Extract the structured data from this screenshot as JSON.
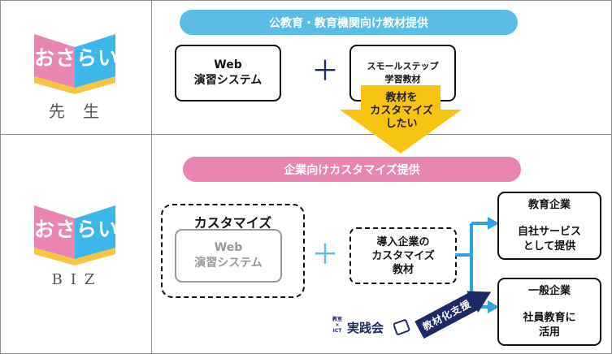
{
  "top": {
    "brand_label": "先 生",
    "logo_text": "おさらい",
    "banner": "公教育・教育機関向け教材提供",
    "box_web_line1": "Web",
    "box_web_line2": "演習システム",
    "plus": "＋",
    "box_step_line1": "スモールステップ",
    "box_step_line2": "学習教材",
    "arrow_line1": "教材を",
    "arrow_line2": "カスタマイズ",
    "arrow_line3": "したい"
  },
  "bottom": {
    "brand_label": "BIZ",
    "logo_text": "おさらい",
    "banner": "企業向けカスタマイズ提供",
    "customize_title": "カスタマイズ",
    "web_line1": "Web",
    "web_line2": "演習システム",
    "plus": "＋",
    "intro_line1": "導入企業の",
    "intro_line2": "カスタマイズ",
    "intro_line3": "教材",
    "support_label": "教材化支援",
    "ict_small1": "教室",
    "ict_small2": "×",
    "ict_small3": "ICT",
    "ict_label": "実践会",
    "edu_title": "教育企業",
    "edu_line1": "自社サービス",
    "edu_line2": "として提供",
    "gen_title": "一般企業",
    "gen_line1": "社員教育に",
    "gen_line2": "活用"
  },
  "colors": {
    "banner_blue": "#5bbde7",
    "banner_pink": "#e985b3",
    "arrow_yellow": "#f7c412",
    "support_navy": "#1d2a66",
    "connector_blue": "#2ea3df",
    "logo_pink": "#e985b3",
    "logo_blue": "#3db6ea",
    "logo_yellow": "#f6c544"
  }
}
